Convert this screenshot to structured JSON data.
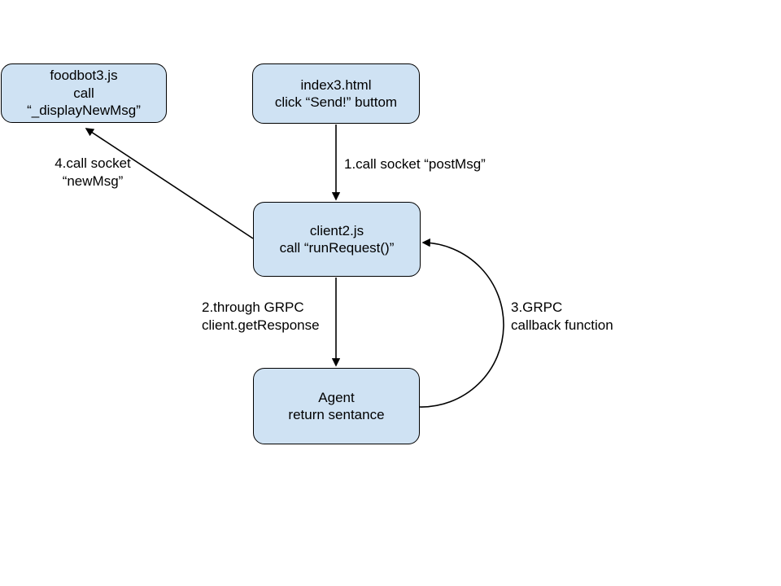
{
  "colors": {
    "background": "#ffffff",
    "node_fill": "#cfe2f3",
    "node_border": "#000000",
    "edge": "#000000",
    "text": "#000000"
  },
  "nodes": {
    "foodbot": {
      "lines": [
        "foodbot3.js",
        "call",
        "“_displayNewMsg”"
      ]
    },
    "index": {
      "lines": [
        "index3.html",
        "click “Send!” buttom"
      ]
    },
    "client": {
      "lines": [
        "client2.js",
        "call “runRequest()”"
      ]
    },
    "agent": {
      "lines": [
        "Agent",
        "return sentance"
      ]
    }
  },
  "edges": {
    "e1": {
      "label": "1.call socket “postMsg”"
    },
    "e2": {
      "lines": [
        "2.through GRPC",
        "client.getResponse"
      ]
    },
    "e3": {
      "lines": [
        "3.GRPC",
        "callback function"
      ]
    },
    "e4": {
      "lines": [
        "4.call socket",
        "“newMsg”"
      ]
    }
  }
}
